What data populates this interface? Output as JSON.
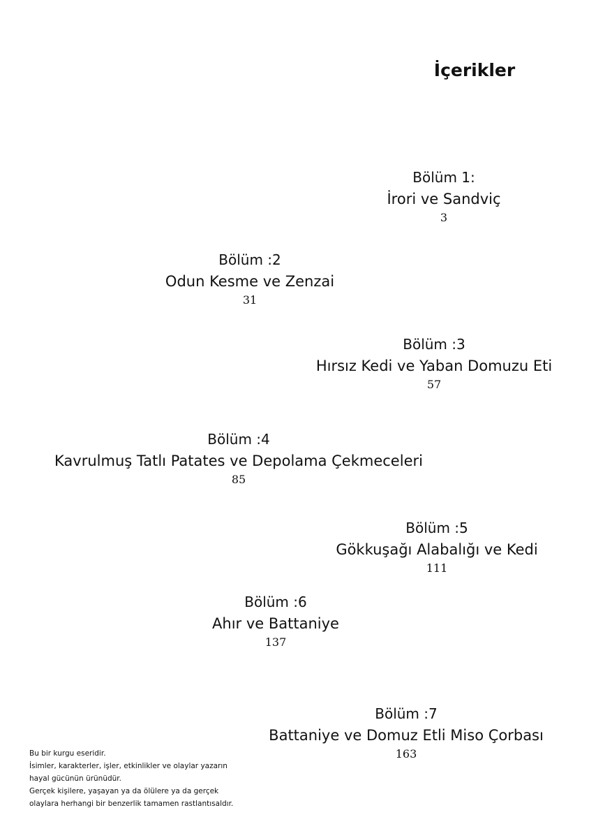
{
  "page": {
    "title": "İçerikler"
  },
  "chapters": [
    {
      "label": "Bölüm 1:",
      "name": "İrori ve Sandviç",
      "page": "3"
    },
    {
      "label": "Bölüm :2",
      "name": "Odun Kesme ve Zenzai",
      "page": "31"
    },
    {
      "label": "Bölüm :3",
      "name": "Hırsız Kedi ve Yaban Domuzu Eti",
      "page": "57"
    },
    {
      "label": "Bölüm :4",
      "name": "Kavrulmuş Tatlı Patates ve Depolama Çekmeceleri",
      "page": "85"
    },
    {
      "label": "Bölüm :5",
      "name": "Gökkuşağı Alabalığı ve Kedi",
      "page": "111"
    },
    {
      "label": "Bölüm :6",
      "name": "Ahır ve Battaniye",
      "page": "137"
    },
    {
      "label": "Bölüm :7",
      "name": "Battaniye ve Domuz Etli Miso Çorbası",
      "page": "163"
    }
  ],
  "disclaimer": {
    "lines": [
      "Bu bir kurgu eseridir.",
      "İsimler, karakterler, işler, etkinlikler ve olaylar yazarın",
      "hayal gücünün ürünüdür.",
      "Gerçek kişilere, yaşayan ya da ölülere ya da gerçek",
      "olaylara herhangi bir benzerlik tamamen rastlantısaldır."
    ]
  }
}
